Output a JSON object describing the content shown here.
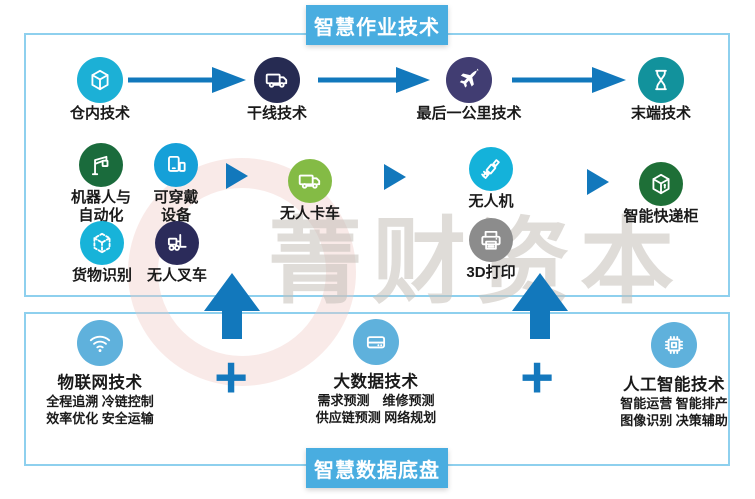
{
  "banners": {
    "top": "智慧作业技术",
    "bottom": "智慧数据底盘"
  },
  "watermark": {
    "text": "菁财资本"
  },
  "plus": "+",
  "colors": {
    "banner_bg": "#49ade0",
    "box_border": "#8ed0ee",
    "arrow": "#1278bc",
    "plus": "#1478bd",
    "watermark_text": "#c6c0ba",
    "watermark_logo": "#f0c9c2"
  },
  "flow": [
    {
      "label": "仓内技术",
      "icon": "cube-icon",
      "color": "#1cb0d6"
    },
    {
      "label": "干线技术",
      "icon": "truck-icon",
      "color": "#262b52"
    },
    {
      "label": "最后一公里技术",
      "icon": "plane-icon",
      "color": "#413d72"
    },
    {
      "label": "末端技术",
      "icon": "hourglass-icon",
      "color": "#12929c"
    }
  ],
  "grid": [
    {
      "label": "机器人与\n自动化",
      "icon": "crane-icon",
      "color": "#1a6b3c"
    },
    {
      "label": "可穿戴\n设备",
      "icon": "wearable-icon",
      "color": "#15a0d8"
    },
    {
      "label": "无人卡车",
      "icon": "truck-icon",
      "color": "#84bb45"
    },
    {
      "label": "无人机",
      "icon": "satellite-icon",
      "color": "#14b2da"
    },
    {
      "label": "智能快递柜",
      "icon": "parcel-locker-icon",
      "color": "#1e6f37"
    },
    {
      "label": "货物识别",
      "icon": "dashed-cube-icon",
      "color": "#17b3d9"
    },
    {
      "label": "无人叉车",
      "icon": "forklift-icon",
      "color": "#2b2b5a"
    },
    {
      "label": "3D打印",
      "icon": "printer-icon",
      "color": "#8c8c8c"
    }
  ],
  "foundation": [
    {
      "title": "物联网技术",
      "icon": "wifi-icon",
      "color": "#5fb1dc",
      "items": [
        "全程追溯 冷链控制",
        "效率优化 安全运输"
      ]
    },
    {
      "title": "大数据技术",
      "icon": "drive-icon",
      "color": "#5fb1dc",
      "items": [
        "需求预测　维修预测",
        "供应链预测 网络规划"
      ]
    },
    {
      "title": "人工智能技术",
      "icon": "chip-icon",
      "color": "#5fb1dc",
      "items": [
        "智能运营 智能排产",
        "图像识别 决策辅助"
      ]
    }
  ]
}
